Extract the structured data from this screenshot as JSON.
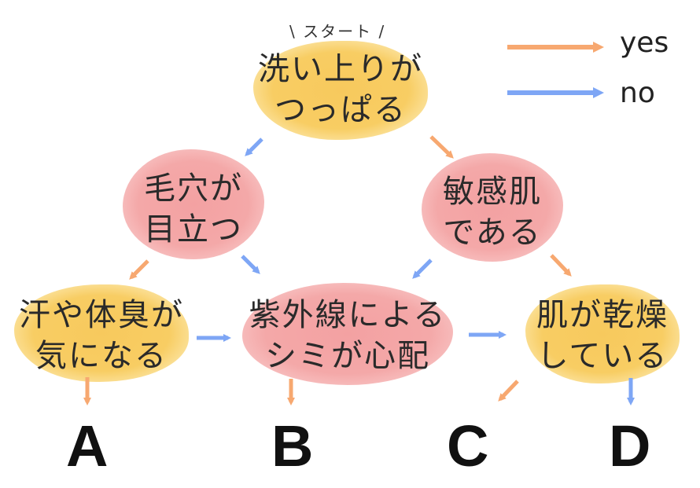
{
  "start_label": "\\ スタート /",
  "legend": {
    "yes_label": "yes",
    "no_label": "no",
    "yes_color": "#f7a870",
    "no_color": "#7ea6f5"
  },
  "nodes": {
    "n1": {
      "line1": "洗い上りが",
      "line2": "つっぱる",
      "color": "yellow"
    },
    "n2": {
      "line1": "毛穴が",
      "line2": "目立つ",
      "color": "pink"
    },
    "n3": {
      "line1": "敏感肌",
      "line2": "である",
      "color": "pink"
    },
    "n4": {
      "line1": "汗や体臭が",
      "line2": "気になる",
      "color": "yellow"
    },
    "n5": {
      "line1": "紫外線による",
      "line2": "シミが心配",
      "color": "pink"
    },
    "n6": {
      "line1": "肌が乾燥",
      "line2": "している",
      "color": "yellow"
    }
  },
  "results": {
    "a": "A",
    "b": "B",
    "c": "C",
    "d": "D"
  },
  "edges": [
    {
      "from": "洗い上りがつっぱる",
      "to": "毛穴が目立つ",
      "type": "no"
    },
    {
      "from": "洗い上りがつっぱる",
      "to": "敏感肌である",
      "type": "yes"
    },
    {
      "from": "毛穴が目立つ",
      "to": "汗や体臭が気になる",
      "type": "yes"
    },
    {
      "from": "毛穴が目立つ",
      "to": "紫外線によるシミが心配",
      "type": "no"
    },
    {
      "from": "敏感肌である",
      "to": "紫外線によるシミが心配",
      "type": "no"
    },
    {
      "from": "敏感肌である",
      "to": "肌が乾燥している",
      "type": "yes"
    },
    {
      "from": "汗や体臭が気になる",
      "to": "紫外線によるシミが心配",
      "type": "no"
    },
    {
      "from": "紫外線によるシミが心配",
      "to": "肌が乾燥している",
      "type": "no"
    },
    {
      "from": "汗や体臭が気になる",
      "to": "A",
      "type": "yes"
    },
    {
      "from": "紫外線によるシミが心配",
      "to": "B",
      "type": "yes"
    },
    {
      "from": "肌が乾燥している",
      "to": "C",
      "type": "yes"
    },
    {
      "from": "肌が乾燥している",
      "to": "D",
      "type": "no"
    }
  ]
}
